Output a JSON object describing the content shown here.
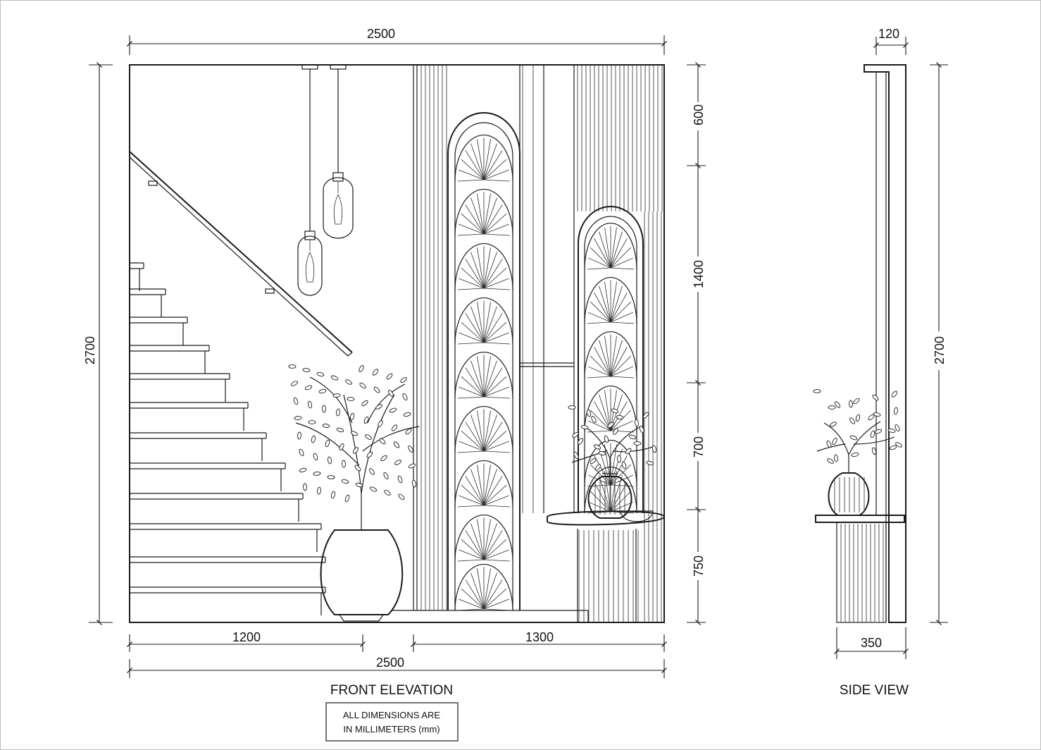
{
  "front_elevation": {
    "title": "FRONT ELEVATION",
    "overall_width_top": "2500",
    "overall_width_bottom": "2500",
    "overall_height": "2700",
    "left_segment_width": "1200",
    "right_segment_width": "1300",
    "vertical_segments": [
      "600",
      "1400",
      "700",
      "750"
    ]
  },
  "side_view": {
    "title": "SIDE VIEW",
    "top_depth": "120",
    "bottom_depth": "350",
    "height": "2700"
  },
  "note": {
    "line1": "ALL DIMENSIONS ARE",
    "line2": "IN MILLIMETERS (mm)"
  }
}
